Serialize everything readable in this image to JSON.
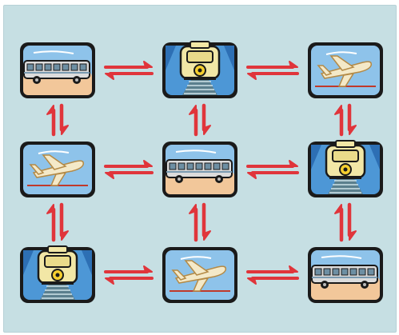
{
  "colors": {
    "background": "#c6dfe3",
    "arrow": "#e0353b",
    "outline": "#1a1a1a",
    "sky": "#8ec3ea",
    "sky_dark": "#4d97d6",
    "train_body": "#f2e7a6",
    "bus_body": "#dcdcdc",
    "sand": "#f2c79a",
    "plane": "#f4e9c8",
    "rail": "#5b7f8d"
  },
  "tiles": [
    {
      "id": "r1c1",
      "icon": "bus-icon"
    },
    {
      "id": "r1c2",
      "icon": "train-icon"
    },
    {
      "id": "r1c3",
      "icon": "airplane-icon"
    },
    {
      "id": "r2c1",
      "icon": "airplane-icon"
    },
    {
      "id": "r2c2",
      "icon": "bus-icon"
    },
    {
      "id": "r2c3",
      "icon": "train-icon"
    },
    {
      "id": "r3c1",
      "icon": "train-icon"
    },
    {
      "id": "r3c2",
      "icon": "airplane-icon"
    },
    {
      "id": "r3c3",
      "icon": "bus-icon"
    }
  ],
  "connections": {
    "horizontal": [
      [
        "r1c1",
        "r1c2"
      ],
      [
        "r1c2",
        "r1c3"
      ],
      [
        "r2c1",
        "r2c2"
      ],
      [
        "r2c2",
        "r2c3"
      ],
      [
        "r3c1",
        "r3c2"
      ],
      [
        "r3c2",
        "r3c3"
      ]
    ],
    "vertical": [
      [
        "r1c1",
        "r2c1"
      ],
      [
        "r1c2",
        "r2c2"
      ],
      [
        "r1c3",
        "r2c3"
      ],
      [
        "r2c1",
        "r3c1"
      ],
      [
        "r2c2",
        "r3c2"
      ],
      [
        "r2c3",
        "r3c3"
      ]
    ],
    "arrow_icon": "double-arrow-icon"
  }
}
